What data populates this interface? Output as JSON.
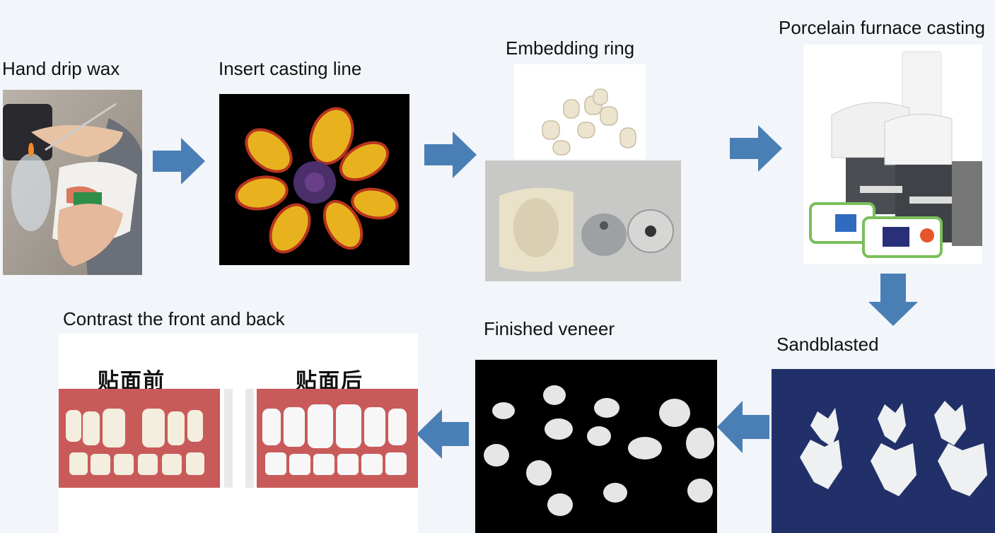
{
  "steps": {
    "hand_drip_wax": "Hand drip wax",
    "insert_casting_line": "Insert casting line",
    "embedding_ring": "Embedding ring",
    "porcelain_furnace_casting": "Porcelain furnace casting",
    "sandblasted": "Sandblasted",
    "finished_veneer": "Finished veneer",
    "contrast": "Contrast the front and back"
  },
  "contrast_panel": {
    "before": "贴面前",
    "after": "贴面后"
  },
  "colors": {
    "arrow": "#4a7fb5",
    "background": "#f2f5f9"
  }
}
